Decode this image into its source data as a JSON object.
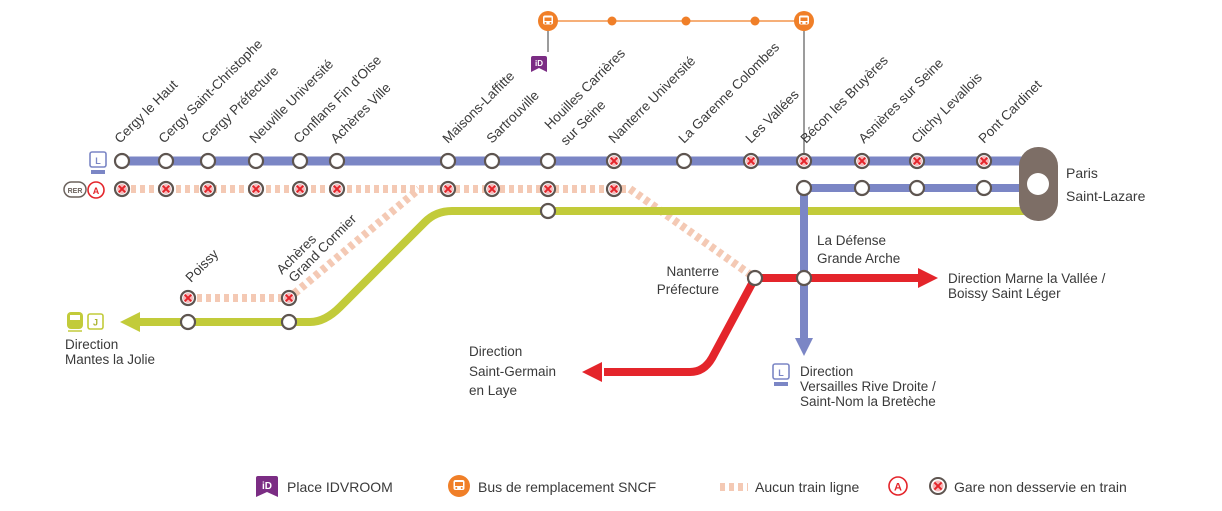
{
  "colors": {
    "line_l": "#7b86c5",
    "rer_a_red": "#e4252b",
    "line_j": "#c2cb3a",
    "no_train_dash": "#f4c9b4",
    "bus_orange": "#f07f28",
    "idvroom_purple": "#7b2d84",
    "terminus_grey": "#7d6e66",
    "text": "#3a3a3a"
  },
  "stations": {
    "cergy_le_haut": "Cergy le Haut",
    "cergy_saint_christophe": "Cergy Saint-Christophe",
    "cergy_prefecture": "Cergy Préfecture",
    "neuville_universite": "Neuville Université",
    "conflans_fin_d_oise": "Conflans Fin d'Oise",
    "acheres_ville": "Achères Ville",
    "maisons_laffitte": "Maisons-Laffitte",
    "sartrouville": "Sartrouville",
    "houilles_l1": "Houilles Carrières",
    "houilles_l2": "sur Seine",
    "nanterre_universite": "Nanterre Université",
    "la_garenne_colombes": "La Garenne Colombes",
    "les_vallees": "Les Vallées",
    "becon_les_bruyeres": "Bécon les Bruyères",
    "asnieres_sur_seine": "Asnières sur Seine",
    "clichy_levallois": "Clichy Levallois",
    "pont_cardinet": "Pont Cardinet",
    "poissy": "Poissy",
    "acheres_gc_l1": "Achères",
    "acheres_gc_l2": "Grand Cormier",
    "paris_l1": "Paris",
    "paris_l2": "Saint-Lazare",
    "la_defense_l1": "La Défense",
    "la_defense_l2": "Grande Arche",
    "nanterre_pref_l1": "Nanterre",
    "nanterre_pref_l2": "Préfecture"
  },
  "directions": {
    "mantes_l1": "Direction",
    "mantes_l2": "Mantes la Jolie",
    "saint_germain_l1": "Direction",
    "saint_germain_l2": "Saint-Germain",
    "saint_germain_l3": "en Laye",
    "versailles_l1": "Direction",
    "versailles_l2": "Versailles Rive Droite /",
    "versailles_l3": "Saint-Nom la Bretèche",
    "marne_l1": "Direction Marne la Vallée /",
    "marne_l2": "Boissy Saint Léger"
  },
  "badges": {
    "line_l": "L",
    "line_j": "J",
    "line_a": "A",
    "rer": "RER",
    "idvroom": "iD"
  },
  "legend": {
    "idvroom": "Place IDVROOM",
    "bus": "Bus de remplacement SNCF",
    "no_train_prefix": "Aucun train ligne",
    "no_service": "Gare non desservie en train"
  }
}
